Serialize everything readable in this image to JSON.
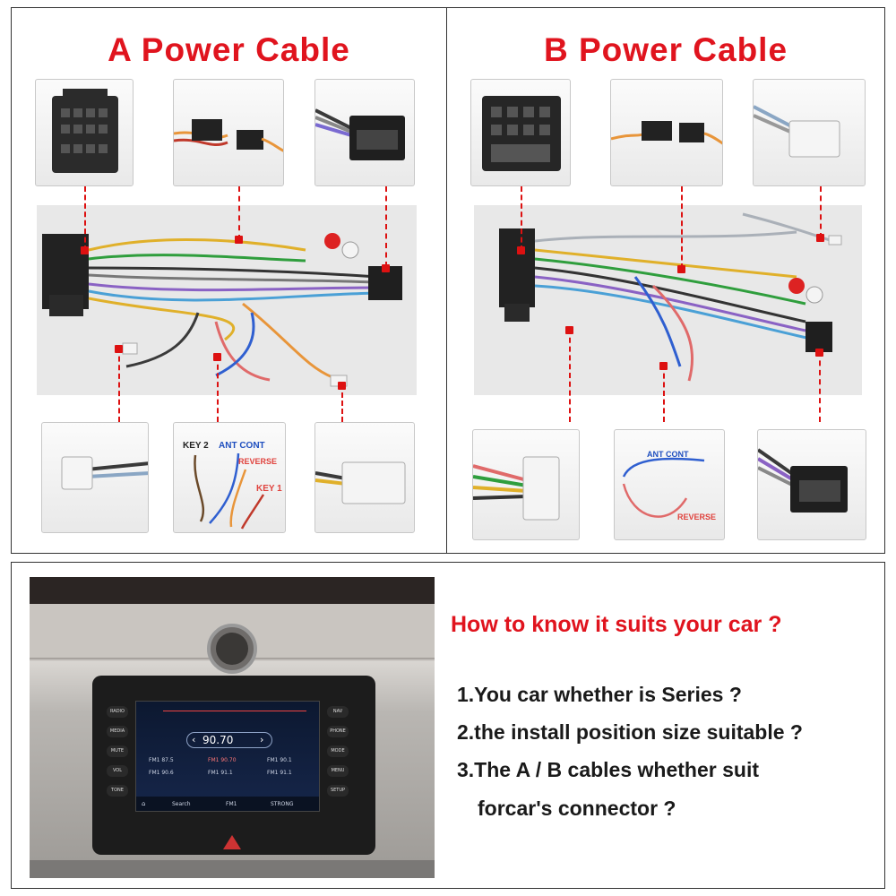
{
  "panels": {
    "a": {
      "title": "A Power Cable",
      "labels": {
        "key2": "KEY 2",
        "ant_cont": "ANT CONT",
        "reverse": "REVERSE",
        "key1": "KEY 1"
      }
    },
    "b": {
      "title": "B Power Cable",
      "labels": {
        "ant_cont": "ANT CONT",
        "reverse": "REVERSE"
      }
    }
  },
  "info": {
    "title": "How to know it suits your car ?",
    "questions": [
      "1.You car whether is Series ?",
      "2.the install position size suitable ?",
      "3.The A / B cables whether suit",
      "forcar's connector ?"
    ]
  },
  "radio": {
    "frequency": "90.70",
    "left_buttons": [
      "RADIO",
      "MEDIA",
      "MUTE",
      "VOL",
      "TONE"
    ],
    "right_buttons": [
      "NAV",
      "PHONE",
      "MODE",
      "MENU",
      "SETUP"
    ],
    "presets": [
      "FM1 87.5",
      "FM1 90.70",
      "FM1 90.1",
      "FM1 90.6",
      "FM1 91.1",
      "FM1 91.1"
    ],
    "bottom_bar": [
      "Search",
      "FM1",
      "STRONG"
    ]
  },
  "colors": {
    "title_red": "#e0141e",
    "marker_red": "#dd1111",
    "label_blue": "#1f4fbf",
    "label_red": "#e0433e"
  }
}
